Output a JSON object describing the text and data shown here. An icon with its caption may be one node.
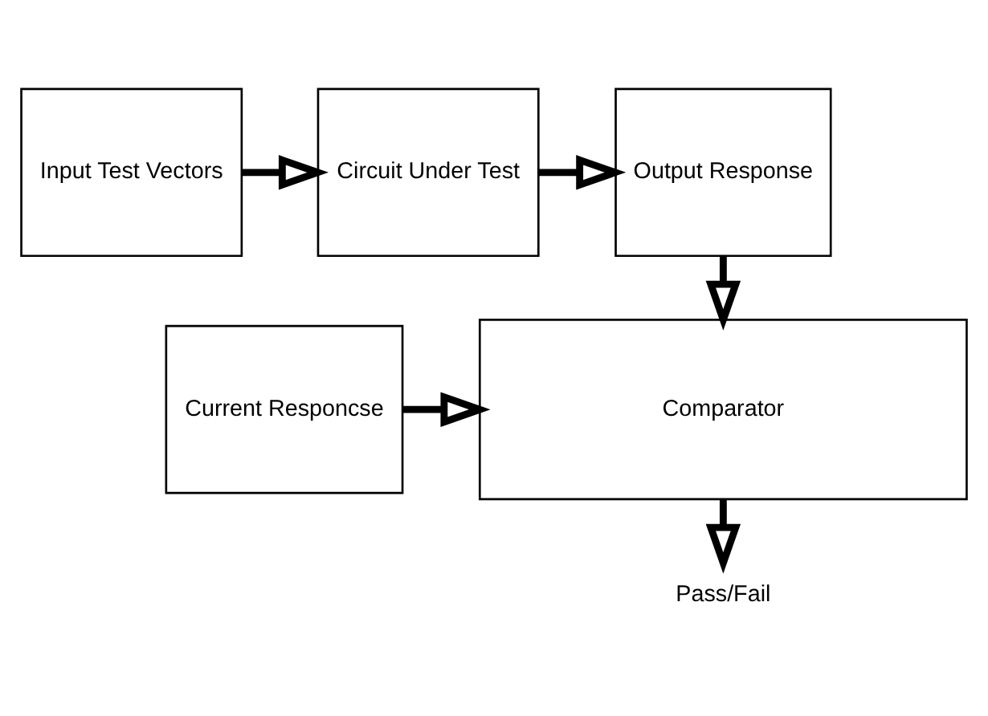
{
  "diagram": {
    "nodes": [
      {
        "text": [
          "Input Test Vectors"
        ]
      },
      {
        "text": [
          "Circuit Under Test"
        ]
      },
      {
        "text": [
          "Output Response"
        ]
      },
      {
        "text": [
          "Current Responcse"
        ]
      },
      {
        "text": [
          "Comparator"
        ]
      },
      {
        "text": [
          "Pass/Fail"
        ]
      }
    ],
    "edges": [
      {
        "from": 0,
        "to": 1,
        "arrow": "to"
      },
      {
        "from": 1,
        "to": 2,
        "arrow": "to"
      },
      {
        "from": 2,
        "to": 4,
        "arrow": "to"
      },
      {
        "from": 3,
        "to": 4,
        "arrow": "to"
      },
      {
        "from": 4,
        "to": 5,
        "arrow": "to"
      }
    ]
  }
}
